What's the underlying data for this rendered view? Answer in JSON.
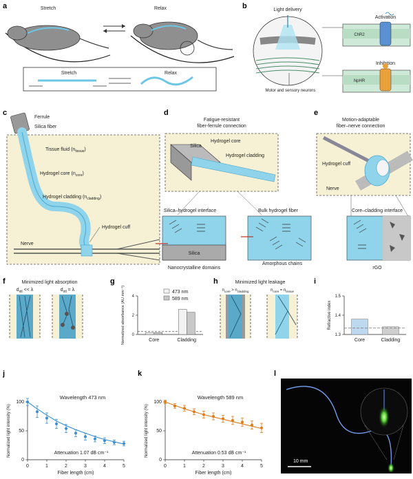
{
  "panels": {
    "a": {
      "letter": "a",
      "label_stretch": "Stretch",
      "label_relax": "Relax",
      "inset_stretch": "Stretch",
      "inset_relax": "Relax"
    },
    "b": {
      "letter": "b",
      "light_delivery": "Light delivery",
      "activation": "Activation",
      "inhibition": "Inhibition",
      "chr2": "ChR2",
      "nphr": "NpHR",
      "neurons": "Motor and sensory neurons"
    },
    "c": {
      "letter": "c",
      "ferrule": "Ferrule",
      "silica_fiber": "Silica fiber",
      "tissue_fluid": "Tissue fluid (n",
      "tissue_sub": "tissue",
      "core": "Hydrogel core (n",
      "core_sub": "core",
      "cladding": "Hydrogel cladding (n",
      "cladding_sub": "cladding",
      "cuff": "Hydrogel cuff",
      "nerve": "Nerve"
    },
    "d": {
      "letter": "d",
      "title1": "Fatigue-resistant",
      "title2": "fiber-ferrule connection",
      "silica": "Silica",
      "core": "Hydrogel core",
      "cladding": "Hydrogel cladding",
      "interface1": "Silica–hydrogel interface",
      "interface2": "Bulk hydrogel fiber",
      "silica2": "Silica",
      "nano": "Nanocrystalline domains",
      "amorphous": "Amorphous chains"
    },
    "e": {
      "letter": "e",
      "title1": "Motion-adaptable",
      "title2": "fiber–nerve connection",
      "cuff": "Hydrogel cuff",
      "nerve": "Nerve",
      "interface": "Core–cladding interface",
      "rgo": "rGO"
    },
    "f": {
      "letter": "f",
      "title": "Minimized light absorption",
      "left_label": "d",
      "left_sub": "xtl",
      "left_rel": " << λ",
      "right_label": "d",
      "right_sub": "xtl",
      "right_rel": " = λ"
    },
    "h": {
      "letter": "h",
      "title": "Minimized light leakage",
      "left_label": "n",
      "left_sub1": "core",
      "left_mid": " > n",
      "left_sub2": "cladding",
      "right_label": "n",
      "right_sub1": "core",
      "right_mid": " = n",
      "right_sub2": "tissue"
    },
    "l": {
      "letter": "l",
      "scale": "10 mm"
    }
  },
  "chart_data": [
    {
      "panel": "g",
      "type": "bar",
      "ylabel": "Normalized absorbance (AU mm⁻¹)",
      "categories": [
        "Core",
        "Cladding"
      ],
      "ylim": [
        0,
        4
      ],
      "yticks": [
        0,
        2,
        4
      ],
      "legend": "top-right",
      "series": [
        {
          "name": "473 nm",
          "values": [
            0.2,
            2.6
          ],
          "color": "#f2f2f2"
        },
        {
          "name": "589 nm",
          "values": [
            0.2,
            2.3
          ],
          "color": "#c8c8c8"
        }
      ]
    },
    {
      "panel": "i",
      "type": "bar",
      "ylabel": "Refractive index",
      "categories": [
        "Core",
        "Cladding"
      ],
      "ylim": [
        1.3,
        1.5
      ],
      "yticks": [
        1.3,
        1.4,
        1.5
      ],
      "values": [
        1.38,
        1.34
      ],
      "colors": [
        "#bcd9f0",
        "#cfcfcf"
      ],
      "reference_line": 1.333
    },
    {
      "panel": "j",
      "type": "line",
      "title": "Wavelength 473 nm",
      "xlabel": "Fiber length (cm)",
      "ylabel": "Normalized light intensity (%)",
      "annotation": "Attenuation 1.07 dB cm⁻¹",
      "xlim": [
        0,
        5
      ],
      "ylim": [
        0,
        100
      ],
      "xticks": [
        0,
        1,
        2,
        3,
        4,
        5
      ],
      "yticks": [
        0,
        50,
        100
      ],
      "color": "#3a8fcf",
      "x": [
        0,
        0.5,
        1,
        1.5,
        2,
        2.5,
        3,
        3.5,
        4,
        4.5,
        5
      ],
      "y": [
        100,
        83,
        72,
        62,
        54,
        46,
        40,
        36,
        33,
        30,
        28
      ],
      "err": [
        6,
        10,
        9,
        8,
        7,
        6,
        6,
        5,
        5,
        4,
        4
      ],
      "fit": [
        100,
        88,
        77,
        67,
        59,
        52,
        46,
        40,
        35,
        31,
        27
      ]
    },
    {
      "panel": "k",
      "type": "line",
      "title": "Wavelength 589 nm",
      "xlabel": "Fiber length (cm)",
      "ylabel": "Normalized light intensity (%)",
      "annotation": "Attenuation 0.53 dB cm⁻¹",
      "xlim": [
        0,
        5
      ],
      "ylim": [
        0,
        100
      ],
      "xticks": [
        0,
        1,
        2,
        3,
        4,
        5
      ],
      "yticks": [
        0,
        50,
        100
      ],
      "color": "#e07b1a",
      "x": [
        0,
        0.5,
        1,
        1.5,
        2,
        2.5,
        3,
        3.5,
        4,
        4.5,
        5
      ],
      "y": [
        100,
        93,
        89,
        83,
        78,
        75,
        71,
        68,
        65,
        60,
        55
      ],
      "err": [
        3,
        4,
        5,
        5,
        6,
        6,
        6,
        7,
        7,
        7,
        8
      ],
      "fit": [
        100,
        94,
        88,
        83,
        78,
        74,
        70,
        66,
        62,
        58,
        54
      ]
    }
  ]
}
